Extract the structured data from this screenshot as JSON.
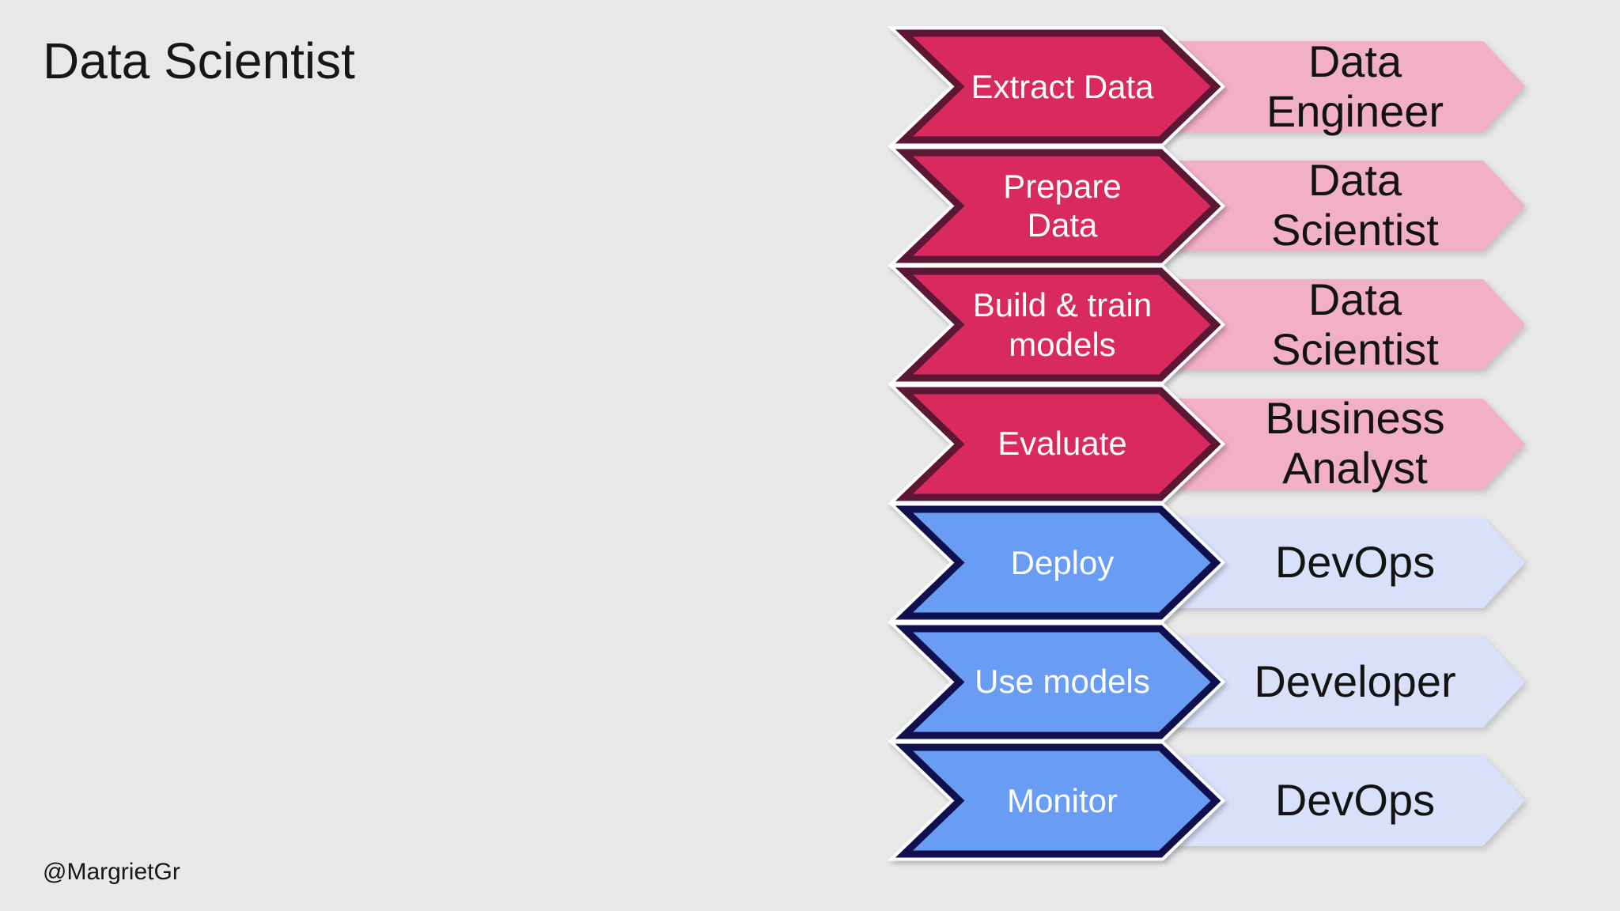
{
  "title": {
    "text": "Data Scientist"
  },
  "footer": {
    "handle": "@MargrietGr"
  },
  "colors": {
    "background": "#E9E8E8",
    "title_text": "#161616",
    "step_text": "#FFFFFF",
    "role_text": "#131313",
    "pink_fill": "#D92A5F",
    "pink_border": "#5C1735",
    "pink_light": "#F2AFC8",
    "blue_fill": "#699CF3",
    "blue_border": "#10104F",
    "blue_light": "#D8E1F9"
  },
  "flow": {
    "rows": [
      {
        "step": "Extract Data",
        "role": "Data\nEngineer",
        "theme": "pink"
      },
      {
        "step": "Prepare\nData",
        "role": "Data\nScientist",
        "theme": "pink"
      },
      {
        "step": "Build & train\nmodels",
        "role": "Data\nScientist",
        "theme": "pink"
      },
      {
        "step": "Evaluate",
        "role": "Business\nAnalyst",
        "theme": "pink"
      },
      {
        "step": "Deploy",
        "role": "DevOps",
        "theme": "blue"
      },
      {
        "step": "Use models",
        "role": "Developer",
        "theme": "blue"
      },
      {
        "step": "Monitor",
        "role": "DevOps",
        "theme": "blue"
      }
    ]
  }
}
